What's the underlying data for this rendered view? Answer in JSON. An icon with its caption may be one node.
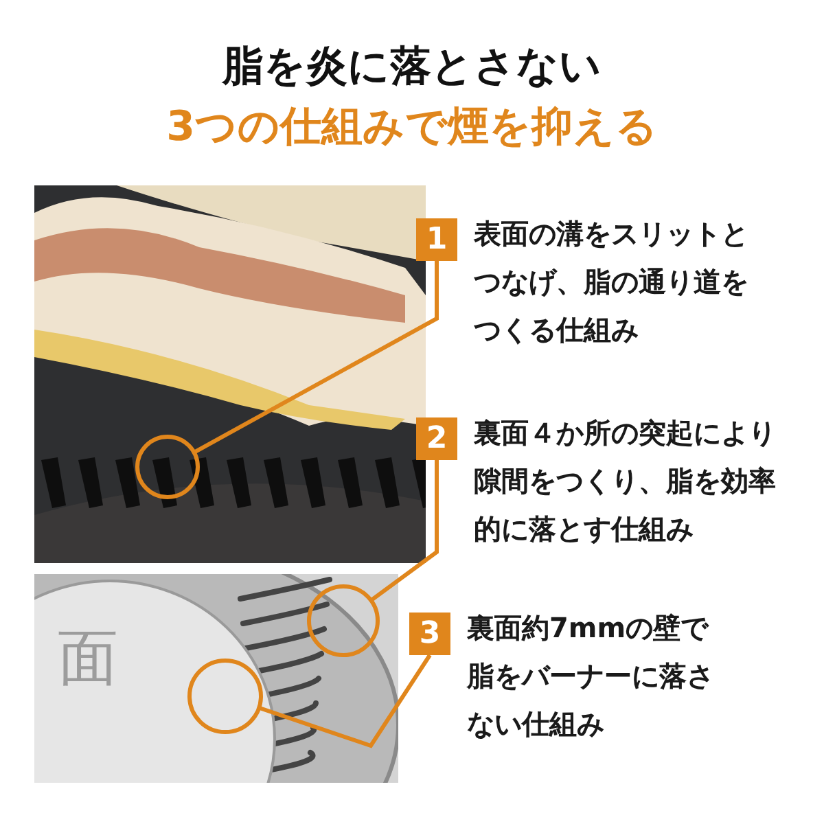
{
  "diagram": {
    "title": "脂を炎に落とさない",
    "nodes": [
      {
        "text": [
          "1"
        ],
        "beside": [
          "表面の溝をスリットとつなげ、脂の通り道をつくる仕組み"
        ]
      },
      {
        "text": [
          "2"
        ],
        "beside": [
          "裏面４か所の突起により隙間をつくり、脂を効率的に落とす仕組み"
        ]
      },
      {
        "text": [
          "3"
        ],
        "beside": [
          "裏面約7mmの壁で脂をバーナーに落さない仕組み"
        ]
      },
      {
        "text": [],
        "shape": "circle"
      },
      {
        "text": [],
        "shape": "circle"
      },
      {
        "text": [],
        "shape": "circle"
      }
    ],
    "edges": [
      {
        "from": 0,
        "to": 3,
        "arrow": "none"
      },
      {
        "from": 1,
        "to": 4,
        "arrow": "none"
      },
      {
        "from": 2,
        "to": 5,
        "arrow": "none"
      }
    ],
    "labels": [
      "3つの仕組みで煙を抑える",
      "面"
    ]
  }
}
